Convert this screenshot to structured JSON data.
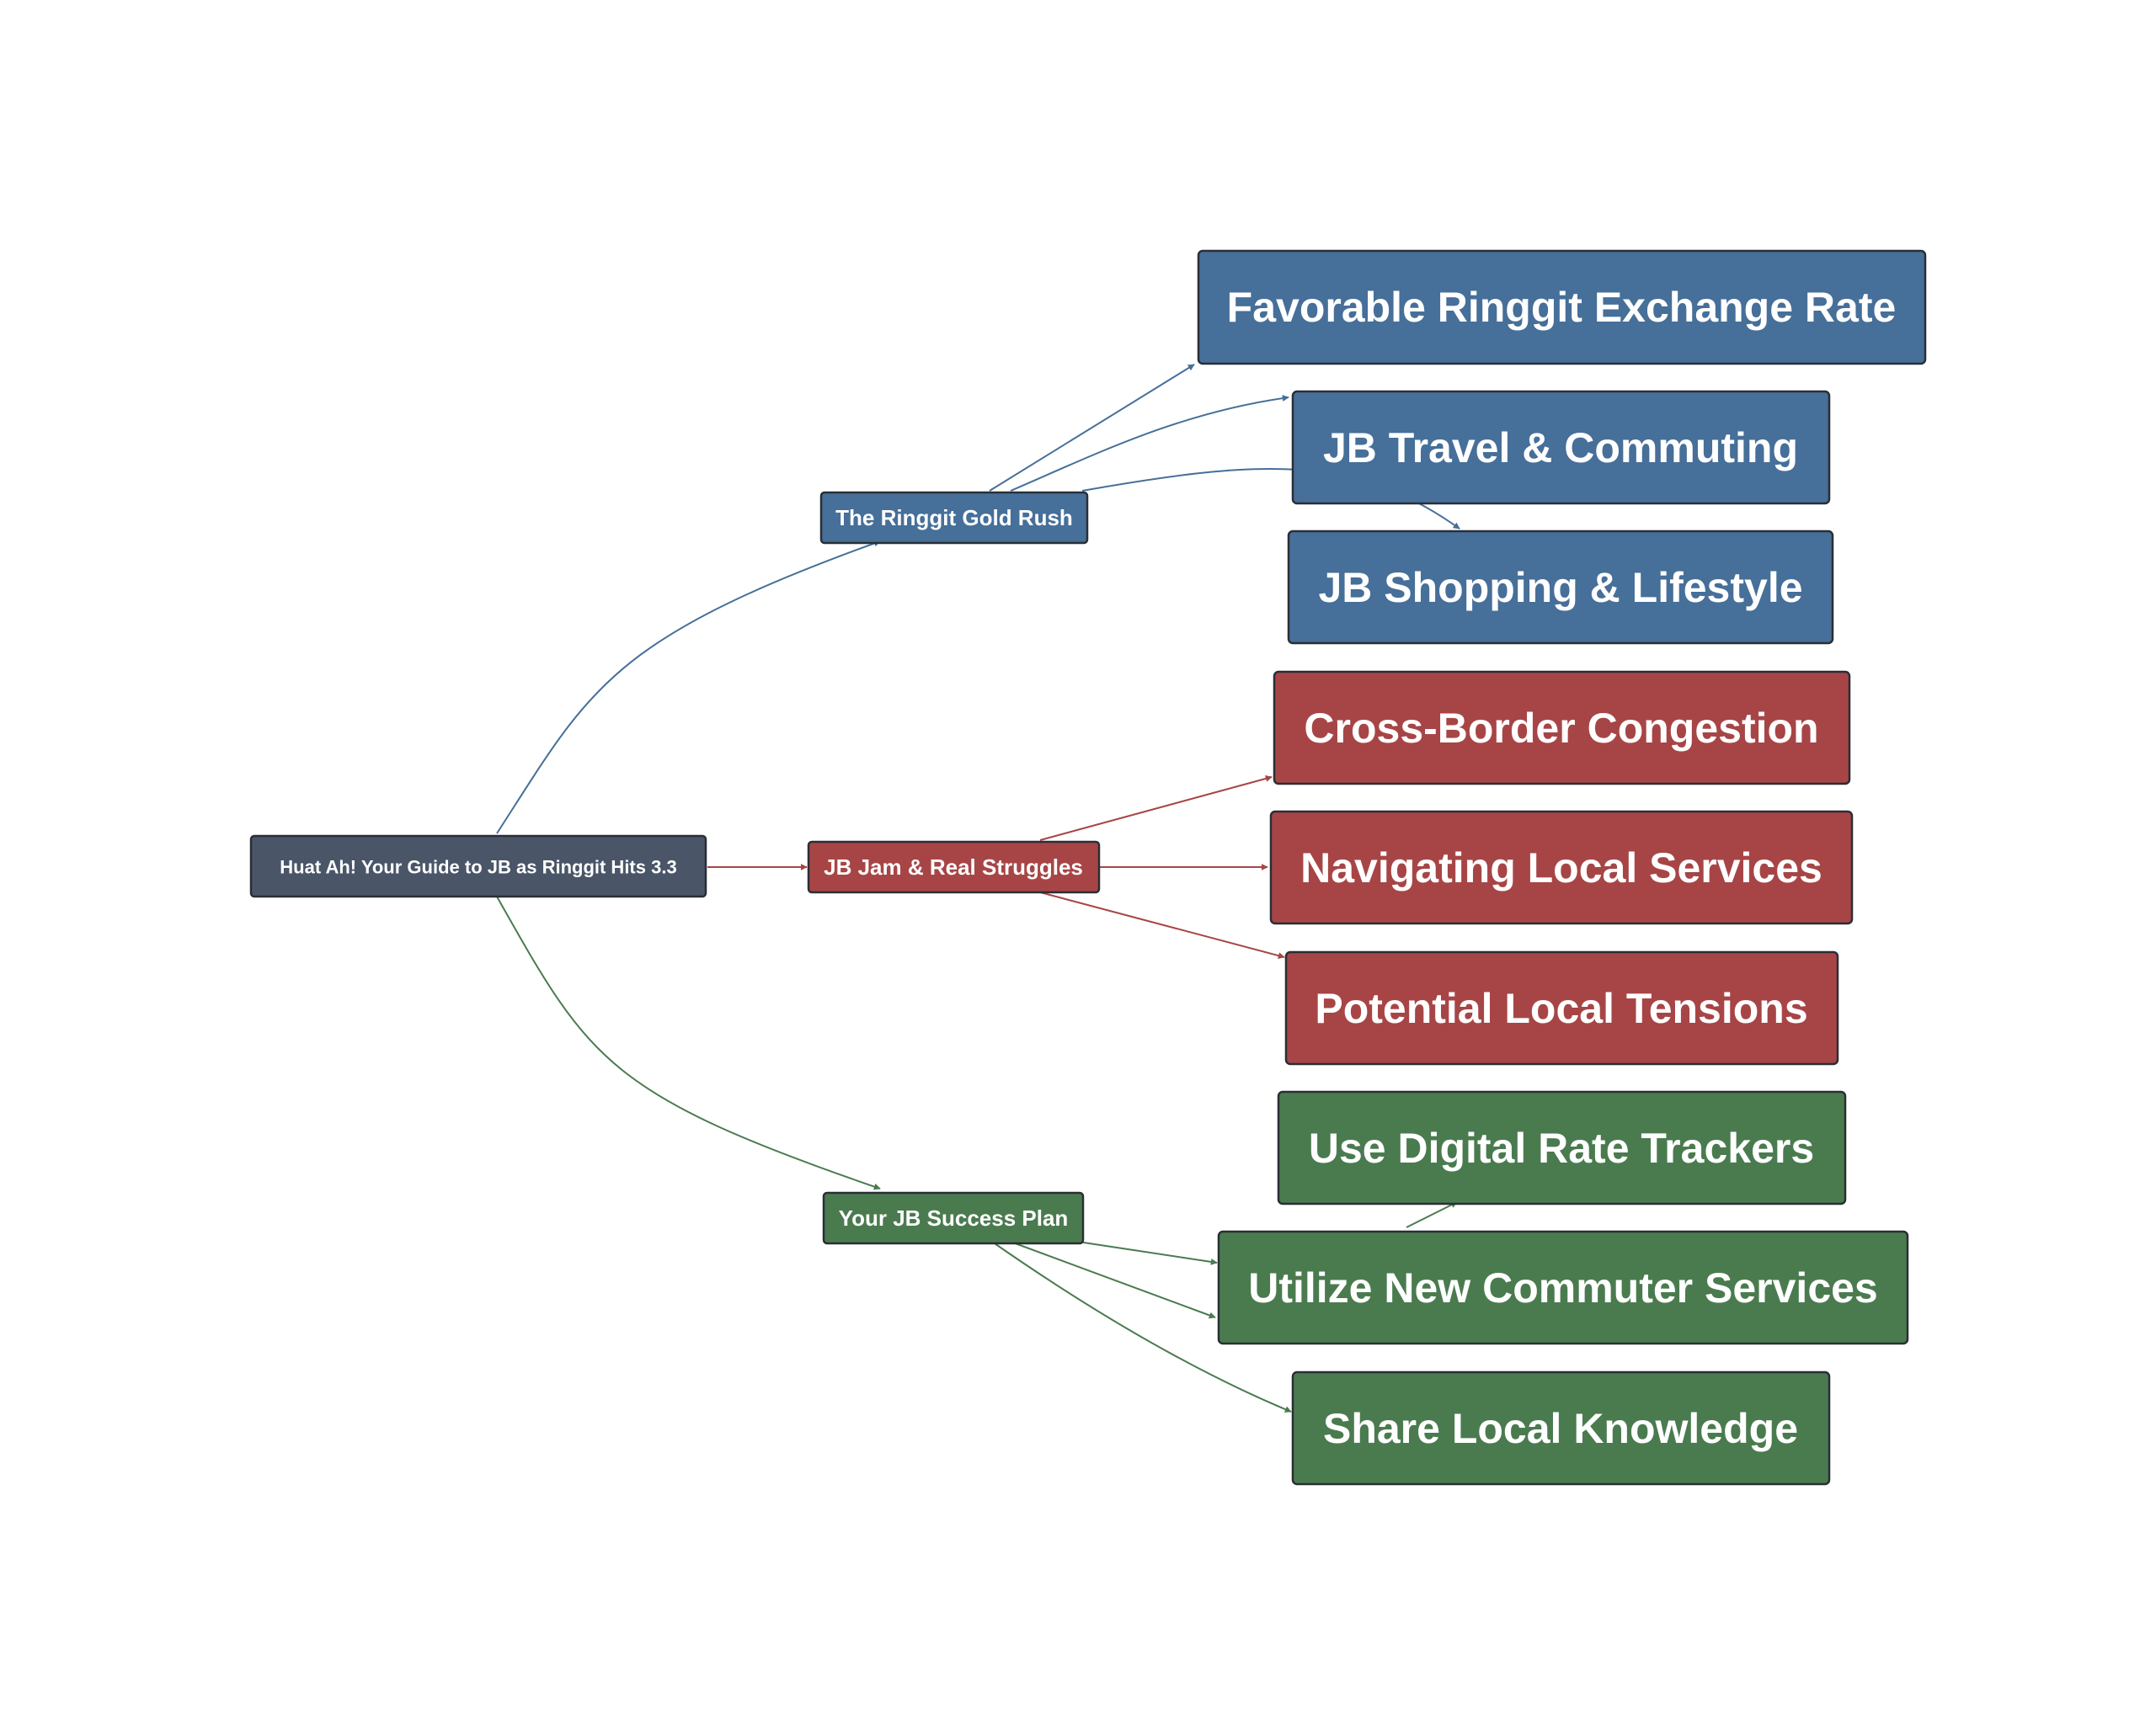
{
  "colors": {
    "root": "#4a5568",
    "gold": "#466f99",
    "jam": "#a74546",
    "plan": "#4a7b4f",
    "edge_gold": "#466f99",
    "edge_jam": "#a74546",
    "edge_plan": "#4a7b4f"
  },
  "diagram": {
    "root": {
      "label": "Huat Ah! Your Guide to JB as Ringgit Hits 3.3"
    },
    "categories": [
      {
        "label": "The Ringgit Gold Rush",
        "children": [
          {
            "label": "Favorable Ringgit Exchange Rate"
          },
          {
            "label": "JB Travel & Commuting"
          },
          {
            "label": "JB Shopping & Lifestyle"
          }
        ]
      },
      {
        "label": "JB Jam & Real Struggles",
        "children": [
          {
            "label": "Cross-Border Congestion"
          },
          {
            "label": "Navigating Local Services"
          },
          {
            "label": "Potential Local Tensions"
          }
        ]
      },
      {
        "label": "Your JB Success Plan",
        "children": [
          {
            "label": "Use Digital Rate Trackers"
          },
          {
            "label": "Utilize New Commuter Services"
          },
          {
            "label": "Share Local Knowledge"
          }
        ]
      }
    ]
  }
}
